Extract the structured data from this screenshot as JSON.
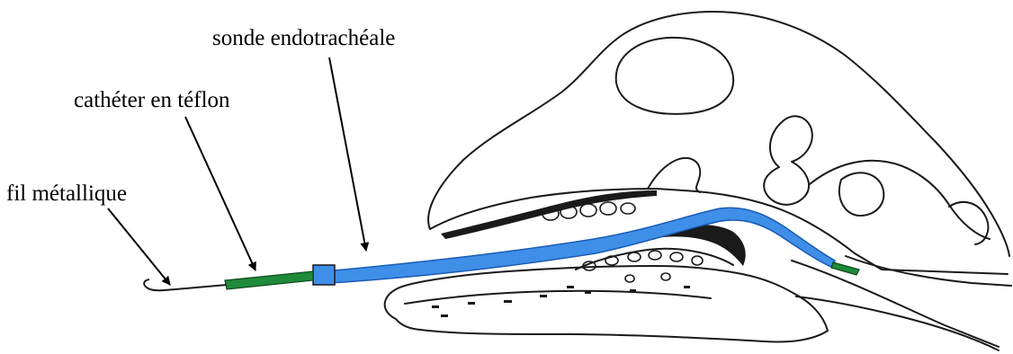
{
  "labels": {
    "sonde": "sonde endotrachéale",
    "catheter": "cathéter en téflon",
    "fil": "fil métallique"
  },
  "colors": {
    "sonde": "#3f8ee8",
    "catheter": "#1f8a3a",
    "outline": "#1a1a1a",
    "tongue_dark": "#1a1a1a"
  }
}
